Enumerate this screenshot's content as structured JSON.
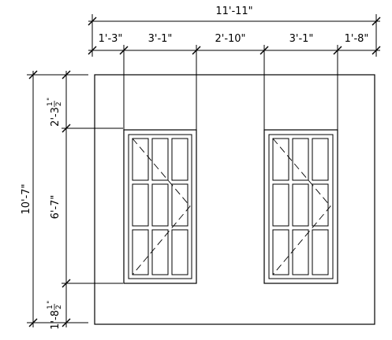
{
  "elevation": {
    "overall_width": "11'-11\"",
    "top_segments": [
      "1'-3\"",
      "3'-1\"",
      "2'-10\"",
      "3'-1\"",
      "1'-8\""
    ],
    "overall_height": "10'-7\"",
    "left_segments": [
      {
        "whole": "2'-3",
        "frac_top": "1",
        "frac_bot": "2",
        "inch": "\""
      },
      {
        "whole": "6'-7\""
      },
      {
        "whole": "1'-8",
        "frac_top": "1",
        "frac_bot": "2",
        "inch": "\""
      }
    ]
  },
  "windows": [
    {
      "name": "left-window",
      "lite_grid": "3 x 3",
      "swing": "right"
    },
    {
      "name": "right-window",
      "lite_grid": "3 x 3",
      "swing": "right"
    }
  ]
}
